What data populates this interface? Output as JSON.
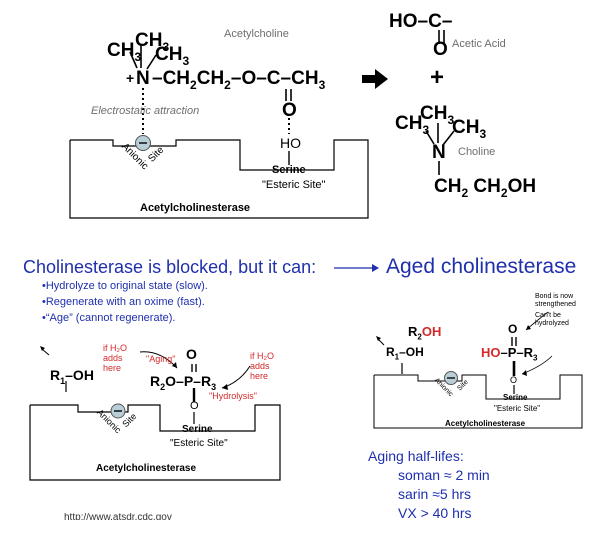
{
  "top": {
    "acetylcholine_label": "Acetylcholine",
    "ch3_a": "CH",
    "sub3": "3",
    "ch3_b": "CH",
    "ch3_c": "CH",
    "plus_n": "+",
    "n": "N",
    "chain": "CH",
    "sub2": "2",
    "chain2": "CH",
    "o_link": "O",
    "c": "C",
    "end_ch3": "CH",
    "carbonyl_o": "O",
    "electrostatic": "Electrostatic attraction",
    "anionic": "Anionic",
    "site": "Site",
    "ho": "HO",
    "serine": "Serine",
    "esteric": "\"Esteric Site\"",
    "enzyme": "Acetylcholinesterase",
    "acetic_ho": "HO",
    "acetic_c": "C",
    "acetic_o": "O",
    "acetic_label": "Acetic Acid",
    "plus": "+",
    "choline_label": "Choline",
    "choline_chain": "CH",
    "choline_oh": "OH"
  },
  "middle": {
    "blocked_text": "Cholinesterase is blocked, but it can:",
    "aged_text": "Aged cholinesterase",
    "bullets": [
      "•Hydrolyze to original state (slow).",
      "•Regenerate with an oxime (fast).",
      "•“Age” (cannot regenerate)."
    ]
  },
  "bottom_left": {
    "r1": "R",
    "sub1": "1",
    "oh": "–OH",
    "h2o_left": [
      "if H₂O",
      "adds",
      "here"
    ],
    "aging": "\"Aging\"",
    "r2o": "R",
    "sub2": "2",
    "o": "O",
    "p": "P",
    "r3": "R",
    "sub3": "3",
    "h2o_right": [
      "if H₂O",
      "adds",
      "here"
    ],
    "hydrolysis": "\"Hydrolysis\"",
    "serine": "Serine",
    "esteric": "\"Esteric Site\"",
    "anionic": "Anionic",
    "site": "Site",
    "enzyme": "Acetylcholinesterase",
    "url": "http://www.atsdr.cdc.gov"
  },
  "bottom_right": {
    "bond_note": [
      "Bond is now",
      "strengthened"
    ],
    "cant_note": [
      "Can't be",
      "hydrolyzed"
    ],
    "r2": "R",
    "sub2": "2",
    "oh_red": "OH",
    "r1": "R",
    "sub1": "1",
    "oh": "–OH",
    "ho_red": "HO",
    "p": "P",
    "r3": "R",
    "sub3": "3",
    "o": "O",
    "serine": "Serine",
    "esteric": "\"Esteric Site\"",
    "anionic": "Anionic",
    "site": "Site",
    "enzyme": "Acetylcholinesterase"
  },
  "half_lives": {
    "title": "Aging half-lifes:",
    "items": [
      "soman ≈ 2 min",
      "sarin ≈5 hrs",
      "VX > 40 hrs"
    ]
  },
  "colors": {
    "blue": "#1f2fae",
    "red": "#d42a2a",
    "anion_fill": "#b9cfd8"
  }
}
